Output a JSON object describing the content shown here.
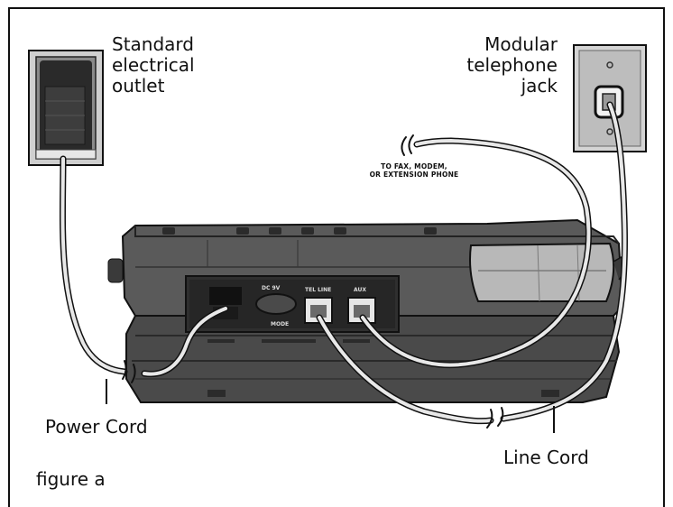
{
  "labels": {
    "outlet": "Standard\nelectrical\noutlet",
    "jack": "Modular\ntelephone\njack",
    "extension": "TO FAX, MODEM,\nOR EXTENSION PHONE",
    "power_cord": "Power Cord",
    "line_cord": "Line Cord",
    "figure": "figure a"
  },
  "ports": {
    "dc": "DC 9V",
    "tel_line": "TEL LINE",
    "aux": "AUX",
    "model": "MODE"
  },
  "colors": {
    "ink": "#111111",
    "body": "#4a4a4a",
    "body_dark": "#2e2e2e",
    "body_light": "#7a7a7a",
    "cord": "#e8e8e8"
  }
}
